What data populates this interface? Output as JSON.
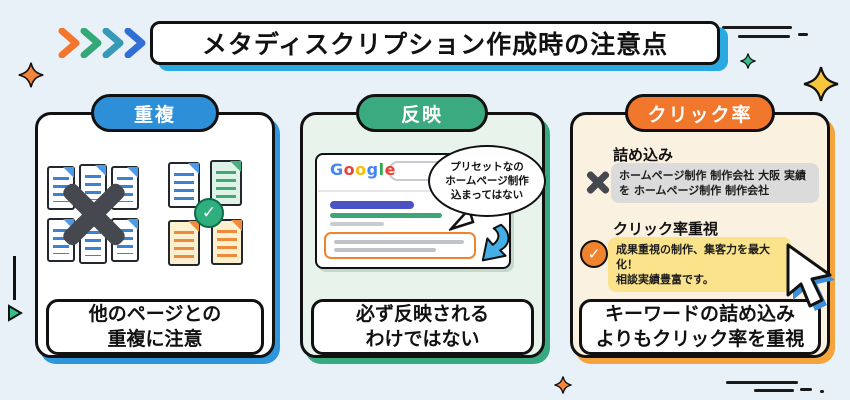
{
  "title": "メタディスクリプション作成時の注意点",
  "palette": {
    "background": "#E9F1F8",
    "title_shadow": "#2BA9E1",
    "card1_accent": "#2E8FD9",
    "card1_shadow": "#2E96DC",
    "card2_accent": "#3BAA80",
    "card3_badge": "#F0772C",
    "card3_shadow": "#F5A33C",
    "doc_line_blue": "#3B82D0",
    "doc_line_green": "#3FA874",
    "doc_line_orange": "#EF8A3C",
    "x_mark_gray": "#45494F",
    "check_green": "#2FAE7E",
    "check_orange": "#F0832E",
    "serp_title_bar": "#4A52C4",
    "serp_url_bar": "#3DA577",
    "serp_gray_bar": "#C9CDD2",
    "meta_highlight_border": "#F0842C",
    "bad_box_bg": "#DBDBDB",
    "good_box_bg": "#FAE38B",
    "arrow_blue": "#45AEE5",
    "chevron_colors": [
      "#F5752B",
      "#35A878",
      "#3799B8",
      "#2F6FD6"
    ],
    "star_orange": "#F5853B",
    "star_green": "#35C08B",
    "star_yellow": "#F8C63D"
  },
  "icons": {
    "check": "✓"
  },
  "cards": {
    "duplication": {
      "badge": "重複",
      "caption": [
        "他のページとの",
        "重複に注意"
      ]
    },
    "reflection": {
      "badge": "反映",
      "google_letters": [
        "G",
        "o",
        "o",
        "g",
        "l",
        "e"
      ],
      "bubble": [
        "プリセットなの",
        "ホームページ制作",
        "込まってはない"
      ],
      "caption": [
        "必ず反映される",
        "わけではない"
      ]
    },
    "ctr": {
      "badge": "クリック率",
      "bad": {
        "heading": "詰め込み",
        "lines": [
          "ホームページ制作 制作会社 大阪 実績",
          "を ホームページ制作 制作会社"
        ]
      },
      "good": {
        "heading": "クリック率重視",
        "lines": [
          "成果重視の制作、集客力を最大化！",
          "相談実績豊富です。"
        ]
      },
      "caption": [
        "キーワードの詰め込み",
        "よりもクリック率を重視"
      ]
    }
  }
}
